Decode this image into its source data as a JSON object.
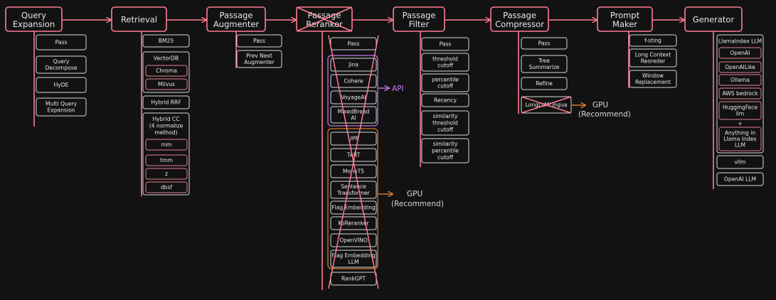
{
  "colors": {
    "background": "#121212",
    "stage": "#ff7b93",
    "item_border": "#d8d8d8",
    "nested_border": "#e08090",
    "api_group": "#c573e8",
    "gpu_group": "#d5782c",
    "api_label": "#d37cf0",
    "gpu_label": "#d5782c",
    "cross": "#ff7b93"
  },
  "stages": [
    {
      "id": "query-expansion",
      "label": [
        "Query",
        "Expansion"
      ],
      "items": [
        {
          "label": [
            "Pass"
          ]
        },
        {
          "label": [
            "Query",
            "Decompose"
          ]
        },
        {
          "label": [
            "HyDE"
          ]
        },
        {
          "label": [
            "Multi Query",
            "Expansion"
          ]
        }
      ]
    },
    {
      "id": "retrieval",
      "label": [
        "Retrieval"
      ],
      "items": [
        {
          "label": [
            "BM25"
          ]
        },
        {
          "label": [
            "VectorDB"
          ],
          "children": [
            {
              "label": [
                "Chroma"
              ]
            },
            {
              "label": [
                "Milvus"
              ]
            }
          ]
        },
        {
          "label": [
            "Hybrid RRF"
          ]
        },
        {
          "label": [
            "Hybrid CC",
            "(4 normalize",
            "method)"
          ],
          "children": [
            {
              "label": [
                "mm"
              ]
            },
            {
              "label": [
                "tmm"
              ]
            },
            {
              "label": [
                "z"
              ]
            },
            {
              "label": [
                "dbsf"
              ]
            }
          ]
        }
      ]
    },
    {
      "id": "passage-augmenter",
      "label": [
        "Passage",
        "Augmenter"
      ],
      "items": [
        {
          "label": [
            "Pass"
          ]
        },
        {
          "label": [
            "Prev Next",
            "Augmenter"
          ]
        }
      ]
    },
    {
      "id": "passage-reranker",
      "label": [
        "Passage",
        "Reranker"
      ],
      "crossed": true,
      "items": [
        {
          "label": [
            "Pass"
          ]
        },
        {
          "label": [
            "Jina"
          ]
        },
        {
          "label": [
            "Cohere"
          ]
        },
        {
          "label": [
            "VoyageAI"
          ]
        },
        {
          "label": [
            "MixedBread",
            "AI"
          ]
        },
        {
          "label": [
            "UPR"
          ]
        },
        {
          "label": [
            "TART"
          ]
        },
        {
          "label": [
            "MonoT5"
          ]
        },
        {
          "label": [
            "Sentence",
            "Transformer"
          ]
        },
        {
          "label": [
            "Flag Embedding"
          ]
        },
        {
          "label": [
            "KoReranker"
          ]
        },
        {
          "label": [
            "OpenVINO"
          ]
        },
        {
          "label": [
            "Flag Embedding",
            "LLM"
          ]
        },
        {
          "label": [
            "RankGPT"
          ]
        }
      ]
    },
    {
      "id": "passage-filter",
      "label": [
        "Passage",
        "Filter"
      ],
      "items": [
        {
          "label": [
            "Pass"
          ]
        },
        {
          "label": [
            "threshold",
            "cutoff"
          ]
        },
        {
          "label": [
            "percentile",
            "cutoff"
          ]
        },
        {
          "label": [
            "Recency"
          ]
        },
        {
          "label": [
            "similarity",
            "threshold",
            "cutoff"
          ]
        },
        {
          "label": [
            "similarity",
            "percentile",
            "cutoff"
          ]
        }
      ]
    },
    {
      "id": "passage-compressor",
      "label": [
        "Passage",
        "Compressor"
      ],
      "items": [
        {
          "label": [
            "Pass"
          ]
        },
        {
          "label": [
            "Tree",
            "Summarize"
          ]
        },
        {
          "label": [
            "Refine"
          ]
        },
        {
          "label": [
            "LongLLMLingua"
          ],
          "crossed": true
        }
      ]
    },
    {
      "id": "prompt-maker",
      "label": [
        "Prompt",
        "Maker"
      ],
      "items": [
        {
          "label": [
            "f-sting"
          ]
        },
        {
          "label": [
            "Long Context",
            "Reoreder"
          ]
        },
        {
          "label": [
            "Window",
            "Replacement"
          ]
        }
      ]
    },
    {
      "id": "generator",
      "label": [
        "Generator"
      ],
      "items": [
        {
          "label": [
            "LlamaIndex LLM"
          ],
          "children": [
            {
              "label": [
                "OpenAI"
              ]
            },
            {
              "label": [
                "OpenAILike"
              ]
            },
            {
              "label": [
                "Ollama"
              ]
            },
            {
              "label": [
                "AWS bedrock"
              ]
            },
            {
              "label": [
                "HuggingFace",
                "llm"
              ]
            },
            {
              "label": [
                "+"
              ],
              "plain": true
            },
            {
              "label": [
                "Anything in",
                "Llama Index",
                "LLM"
              ]
            }
          ]
        },
        {
          "label": [
            "vllm"
          ]
        },
        {
          "label": [
            "OpenAI LLM"
          ]
        }
      ]
    }
  ],
  "annotations": {
    "api": "API",
    "gpu_reranker": [
      "GPU",
      "(Recommend)"
    ],
    "gpu_compressor": [
      "GPU",
      "(Recommend)"
    ]
  }
}
